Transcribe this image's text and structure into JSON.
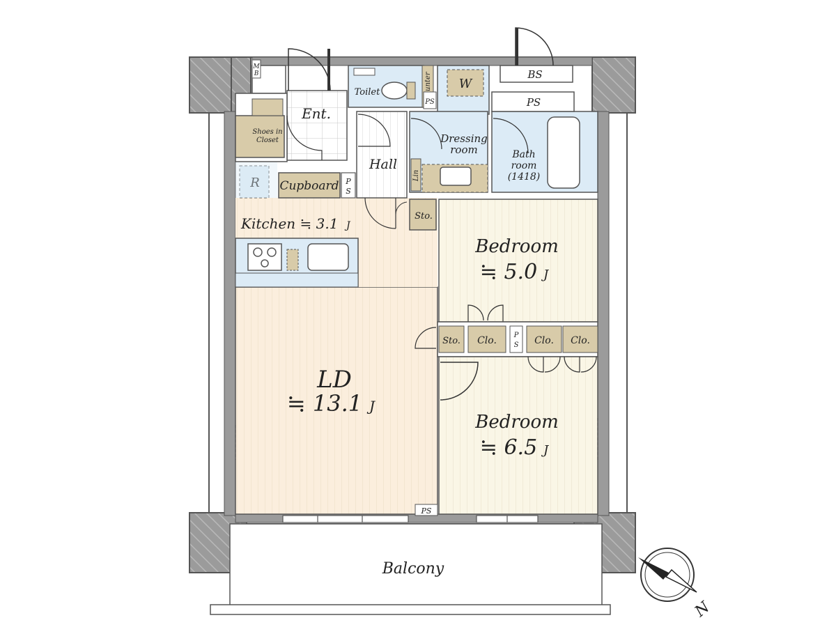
{
  "colors": {
    "wall": "#9b9b9b",
    "wall_stroke": "#555555",
    "floor_wood": "#f8f1df",
    "floor_ld": "#fbeedd",
    "floor_bed": "#faf6e6",
    "wet": "#dcebf6",
    "tile": "#ffffff",
    "storage": "#d8cba9",
    "line": "#333333"
  },
  "labels": {
    "mb_m": "M",
    "mb_b": "B",
    "bs": "BS",
    "ps_top": "PS",
    "ent": "Ent.",
    "shoes_1": "Shoes in",
    "shoes_2": "Closet",
    "toilet": "Toilet",
    "counter": "Counter",
    "w": "W",
    "ps_toilet": "PS",
    "hall": "Hall",
    "dressing_1": "Dressing",
    "dressing_2": "room",
    "lin": "Lin",
    "bath_1": "Bath",
    "bath_2": "room",
    "bath_3": "(1418)",
    "fridge": "R",
    "cupboard": "Cupboard",
    "ps_kitchen_p": "P",
    "ps_kitchen_s": "S",
    "kitchen": "Kitchen ≒ 3.1",
    "j_unit": "J",
    "sto_1": "Sto.",
    "bedroom_1_name": "Bedroom",
    "bedroom_1_size": "≒ 5.0",
    "sto_2": "Sto.",
    "clo_1": "Clo.",
    "ps_mid_p": "P",
    "ps_mid_s": "S",
    "clo_2": "Clo.",
    "clo_3": "Clo.",
    "ld_name": "LD",
    "ld_size": "≒ 13.1",
    "bedroom_2_name": "Bedroom",
    "bedroom_2_size": "≒ 6.5",
    "ps_bottom": "PS",
    "balcony": "Balcony",
    "compass_n": "N"
  }
}
